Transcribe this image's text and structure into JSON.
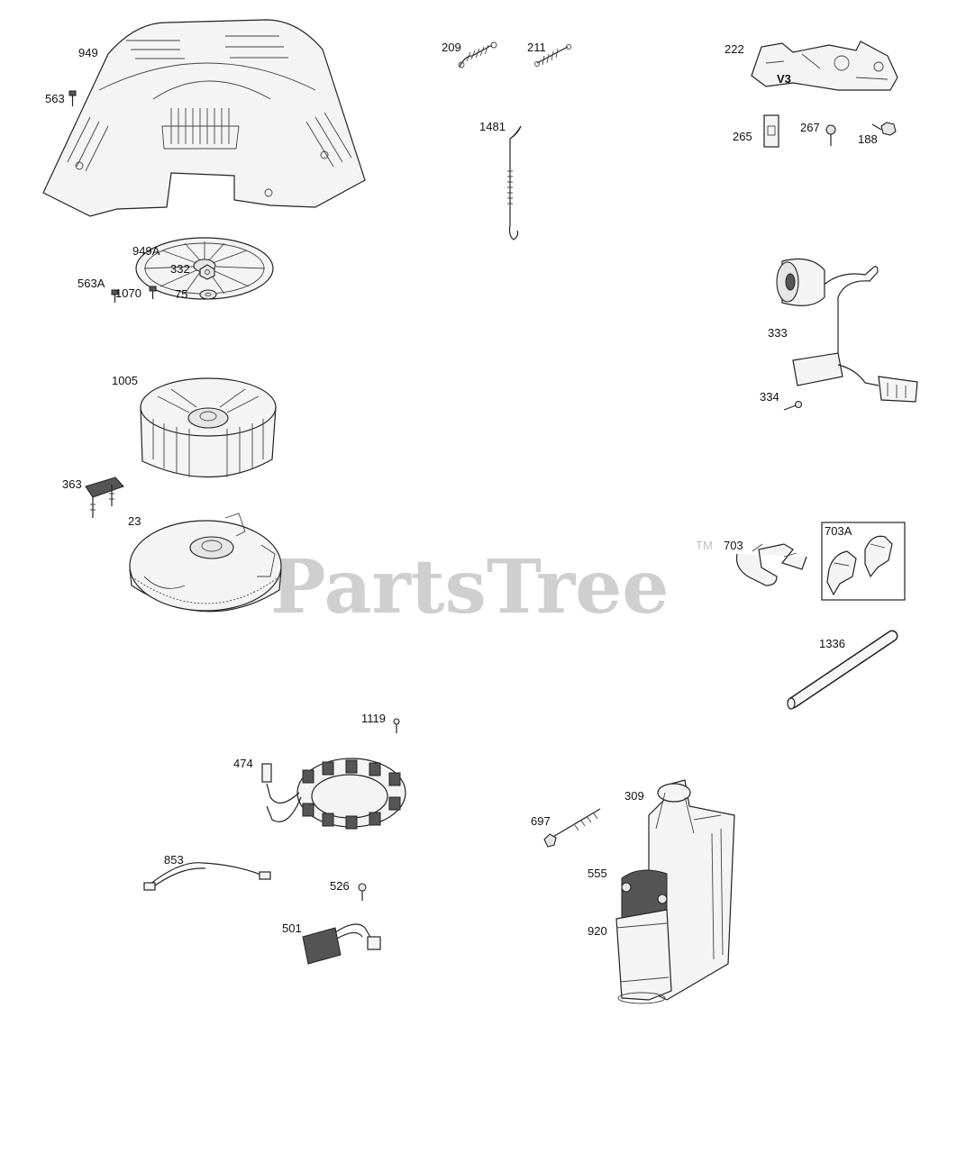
{
  "watermark": {
    "text": "PartsTree",
    "trademark": "TM"
  },
  "callouts": {
    "p949": "949",
    "p563": "563",
    "p949A": "949A",
    "p563A": "563A",
    "p332": "332",
    "p1070": "1070",
    "p75": "75",
    "p1005": "1005",
    "p363": "363",
    "p23": "23",
    "p209": "209",
    "p211": "211",
    "p1481": "1481",
    "p222": "222",
    "p265": "265",
    "p267": "267",
    "p188": "188",
    "p333": "333",
    "p334": "334",
    "p703": "703",
    "p703A": "703A",
    "p1336": "1336",
    "p1119": "1119",
    "p474": "474",
    "p853": "853",
    "p526": "526",
    "p501": "501",
    "p697": "697",
    "p309": "309",
    "p555": "555",
    "p920": "920"
  },
  "part_markings": {
    "bracket_mark": "V3"
  }
}
